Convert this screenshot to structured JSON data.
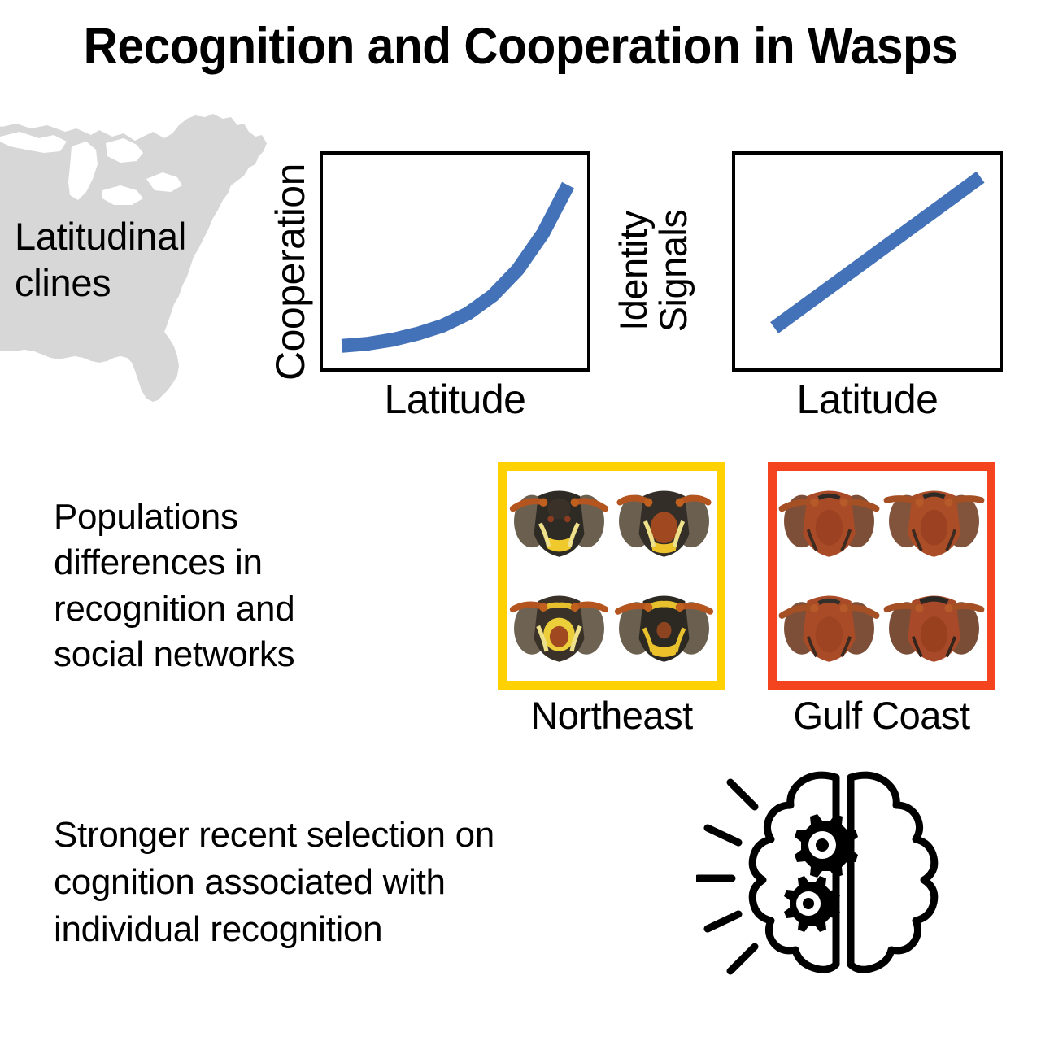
{
  "title": "Recognition and Cooperation in Wasps",
  "colors": {
    "line_blue": "#4472b8",
    "map_gray": "#d7d7d7",
    "northeast_border": "#ffd100",
    "gulf_border": "#f4441f",
    "text_black": "#000000",
    "background": "#ffffff"
  },
  "sections": {
    "latitudinal": {
      "label_line1": "Latitudinal",
      "label_line2": "clines",
      "map_name": "eastern-united-states"
    },
    "populations": {
      "label_line1": "Populations",
      "label_line2": "differences in",
      "label_line3": "recognition and",
      "label_line4": "social networks",
      "panels": [
        {
          "caption": "Northeast",
          "border_color": "#ffd100",
          "wasp_count": 4,
          "description": "variable black and yellow facial patterns"
        },
        {
          "caption": "Gulf Coast",
          "border_color": "#f4441f",
          "wasp_count": 4,
          "description": "uniform reddish brown faces"
        }
      ]
    },
    "selection": {
      "label_line1": "Stronger recent selection on",
      "label_line2": "cognition associated with",
      "label_line3": "individual recognition",
      "icon_name": "brain-with-gears-icon"
    }
  },
  "chart_data": [
    {
      "type": "line",
      "title": "",
      "xlabel": "Latitude",
      "ylabel": "Cooperation",
      "xlim": [
        0,
        1
      ],
      "ylim": [
        0,
        1
      ],
      "grid": false,
      "legend": false,
      "series": [
        {
          "name": "Cooperation vs Latitude",
          "shape": "exponential increase",
          "color": "#4472b8",
          "x": [
            0.05,
            0.15,
            0.25,
            0.35,
            0.45,
            0.55,
            0.65,
            0.75,
            0.85,
            0.95
          ],
          "y": [
            0.08,
            0.09,
            0.11,
            0.14,
            0.18,
            0.24,
            0.33,
            0.46,
            0.64,
            0.88
          ]
        }
      ]
    },
    {
      "type": "line",
      "title": "",
      "xlabel": "Latitude",
      "ylabel": "Identity Signals",
      "ylabel_line1": "Identity",
      "ylabel_line2": "Signals",
      "xlim": [
        0,
        1
      ],
      "ylim": [
        0,
        1
      ],
      "grid": false,
      "legend": false,
      "series": [
        {
          "name": "Identity Signals vs Latitude",
          "shape": "linear increase",
          "color": "#4472b8",
          "x": [
            0.13,
            0.95
          ],
          "y": [
            0.17,
            0.92
          ]
        }
      ]
    }
  ]
}
